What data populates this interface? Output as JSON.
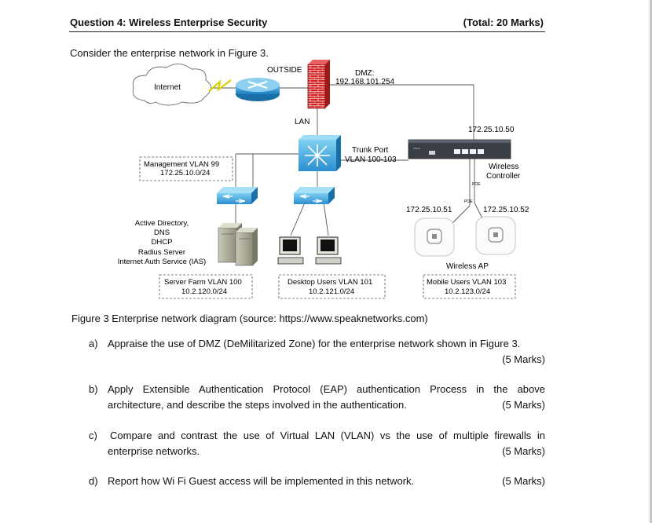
{
  "header": {
    "title": "Question 4: Wireless Enterprise Security",
    "total": "(Total: 20 Marks)"
  },
  "intro": "Consider the enterprise network in Figure 3.",
  "diagram": {
    "internet": "Internet",
    "outside": "OUTSIDE",
    "dmz_title": "DMZ:",
    "dmz_ip": "192.168.101.254",
    "lan": "LAN",
    "trunk1": "Trunk Port",
    "trunk2": "VLAN 100-103",
    "wlc_ip": "172.25.10.50",
    "wlc1": "Wireless",
    "wlc2": "Controller",
    "poe1": "POE",
    "poe2": "POE",
    "mgmt1": "Management VLAN 99",
    "mgmt2": "172.25.10.0/24",
    "ap1_ip": "172.25.10.51",
    "ap2_ip": "172.25.10.52",
    "services": [
      "Active Directory,",
      "DNS",
      "DHCP",
      "Radius Server",
      "Internet Auth Service (IAS)"
    ],
    "wireless_ap": "Wireless AP",
    "server_farm1": "Server Farm VLAN 100",
    "server_farm2": "10.2.120.0/24",
    "desktop1": "Desktop Users VLAN 101",
    "desktop2": "10.2.121.0/24",
    "mobile1": "Mobile Users VLAN 103",
    "mobile2": "10.2.123.0/24"
  },
  "caption": "Figure 3 Enterprise network diagram (source: https://www.speaknetworks.com)",
  "questions": [
    {
      "label": "a)",
      "lines": [
        "Appraise the use of DMZ (DeMilitarized Zone) for the enterprise network shown in Figure 3."
      ],
      "marks": "(5 Marks)"
    },
    {
      "label": "b)",
      "lines": [
        "Apply Extensible Authentication Protocol (EAP) authentication Process in the above",
        "architecture, and describe the steps involved in the authentication."
      ],
      "marks": "(5 Marks)"
    },
    {
      "label": "c)",
      "lines": [
        "Compare and contrast the use of Virtual LAN (VLAN) vs the use of multiple firewalls in",
        "enterprise networks."
      ],
      "marks": "(5 Marks)"
    },
    {
      "label": "d)",
      "lines": [
        "Report how Wi Fi Guest access will be implemented in this network."
      ],
      "marks": "(5 Marks)"
    }
  ]
}
